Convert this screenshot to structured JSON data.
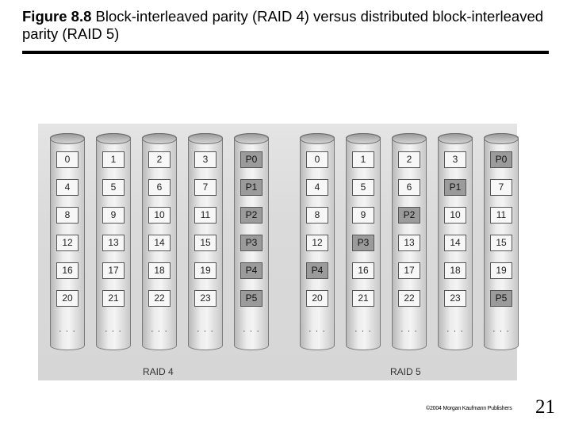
{
  "slide": {
    "title_bold": "Figure 8.8",
    "title_rest": " Block-interleaved parity (RAID 4) versus distributed block-interleaved parity (RAID 5)",
    "copyright": "©2004 Morgan Kaufmann Publishers",
    "page_number": "21"
  },
  "figure": {
    "raid4": {
      "label": "RAID 4",
      "disks": [
        [
          "0",
          "4",
          "8",
          "12",
          "16",
          "20"
        ],
        [
          "1",
          "5",
          "9",
          "13",
          "17",
          "21"
        ],
        [
          "2",
          "6",
          "10",
          "14",
          "18",
          "22"
        ],
        [
          "3",
          "7",
          "11",
          "15",
          "19",
          "23"
        ],
        [
          "P0",
          "P1",
          "P2",
          "P3",
          "P4",
          "P5"
        ]
      ]
    },
    "raid5": {
      "label": "RAID 5",
      "disks": [
        [
          "0",
          "4",
          "8",
          "12",
          "P4",
          "20"
        ],
        [
          "1",
          "5",
          "9",
          "P3",
          "16",
          "21"
        ],
        [
          "2",
          "6",
          "P2",
          "13",
          "17",
          "22"
        ],
        [
          "3",
          "P1",
          "10",
          "14",
          "18",
          "23"
        ],
        [
          "P0",
          "7",
          "11",
          "15",
          "19",
          "P5"
        ]
      ]
    },
    "continuation": "· · ·",
    "parity_color": "#9b9b9b",
    "data_color": "#f7f7f7"
  }
}
